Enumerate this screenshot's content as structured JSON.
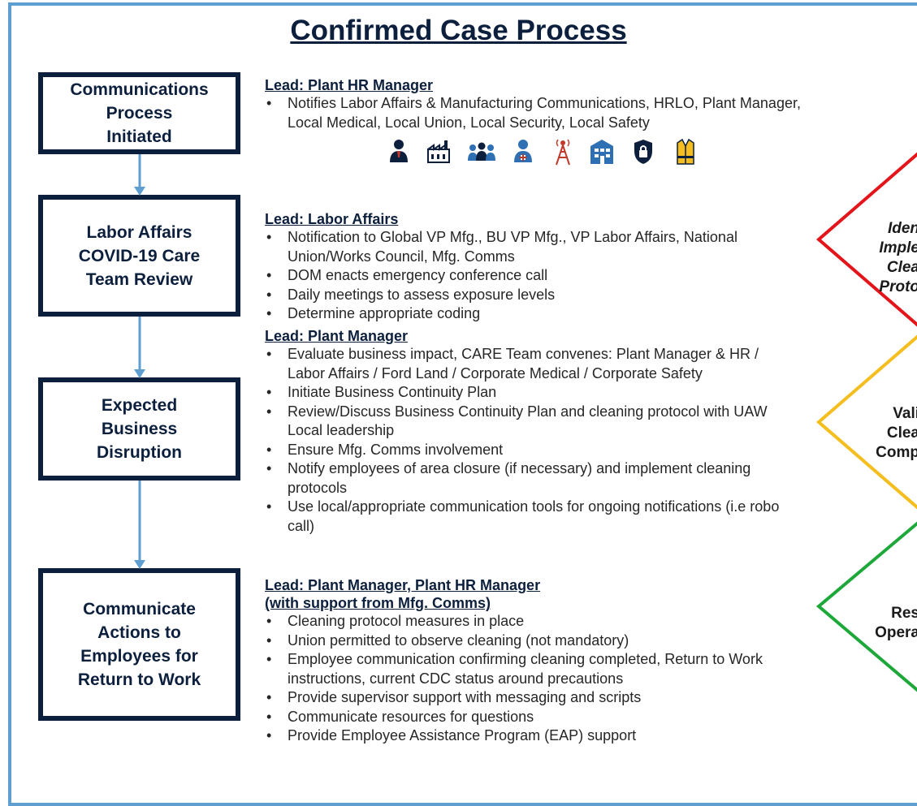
{
  "title": "Confirmed Case Process",
  "steps": [
    {
      "label": "Communications\nProcess\nInitiated"
    },
    {
      "label": "Labor Affairs\nCOVID-19 Care\nTeam Review"
    },
    {
      "label": "Expected\nBusiness\nDisruption"
    },
    {
      "label": "Communicate\nActions to\nEmployees for\nReturn to Work"
    }
  ],
  "sections": [
    {
      "lead": "Lead: Plant HR Manager",
      "bullets": [
        "Notifies Labor Affairs & Manufacturing Communications, HRLO, Plant Manager, Local Medical, Local Union, Local Security, Local Safety"
      ]
    },
    {
      "lead": "Lead: Labor Affairs",
      "bullets": [
        "Notification to Global VP Mfg., BU VP Mfg., VP Labor Affairs, National Union/Works Council, Mfg. Comms",
        "DOM enacts emergency conference call",
        "Daily meetings to assess exposure levels",
        "Determine appropriate coding"
      ]
    },
    {
      "lead": "Lead: Plant Manager",
      "bullets": [
        "Evaluate business impact, CARE Team convenes: Plant Manager & HR / Labor Affairs / Ford Land / Corporate    Medical / Corporate Safety",
        "Initiate Business Continuity Plan",
        "Review/Discuss Business Continuity Plan and cleaning protocol with UAW Local leadership",
        "Ensure Mfg. Comms involvement",
        "Notify employees of area closure (if necessary) and  implement cleaning protocols",
        "Use local/appropriate communication tools for ongoing notifications (i.e robo call)"
      ]
    },
    {
      "lead": "Lead: Plant Manager, Plant HR Manager\n(with support from Mfg. Comms)",
      "bullets": [
        "Cleaning protocol measures in place",
        "Union permitted to observe cleaning (not mandatory)",
        "Employee communication confirming cleaning completed, Return to Work instructions, current CDC status around precautions",
        "Provide supervisor support with messaging and scripts",
        "Communicate resources for questions",
        "Provide Employee Assistance Program (EAP) support"
      ]
    }
  ],
  "icons": [
    "manager-icon",
    "factory-icon",
    "union-group-icon",
    "medical-staff-icon",
    "signal-tower-icon",
    "building-icon",
    "security-lock-icon",
    "safety-vest-icon"
  ],
  "diamonds": [
    {
      "color": "#e3151a",
      "text": "Iden\nImple\nClea\nProto"
    },
    {
      "color": "#f5bd1e",
      "text": "Vali\nClea\nComp"
    },
    {
      "color": "#1fa83a",
      "text": "Res\nOpera"
    }
  ],
  "colors": {
    "navy": "#0c1f3d",
    "frame": "#5e9ed0",
    "arrow": "#5e9ed0"
  }
}
